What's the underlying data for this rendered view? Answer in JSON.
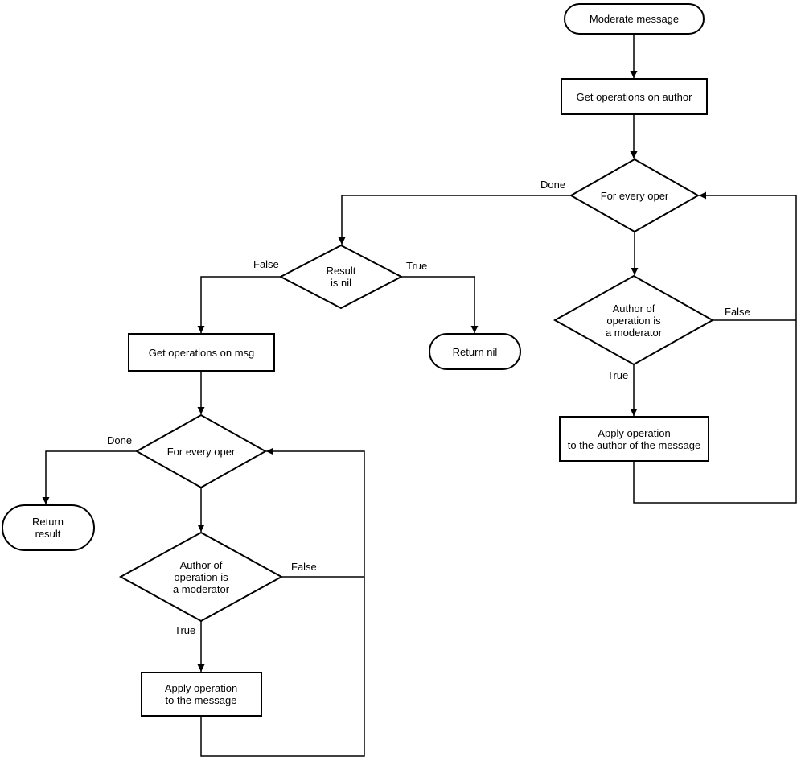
{
  "diagram": {
    "nodes": {
      "moderate_message": {
        "label": "Moderate message"
      },
      "get_ops_author": {
        "label": "Get operations on author"
      },
      "for_every_oper_right": {
        "label": "For every oper"
      },
      "author_moderator_right": {
        "label": "Author of\noperation is\na moderator"
      },
      "apply_author": {
        "label": "Apply operation\nto the author of the message"
      },
      "result_is_nil": {
        "label": "Result\nis nil"
      },
      "return_nil": {
        "label": "Return nil"
      },
      "get_ops_msg": {
        "label": "Get operations on msg"
      },
      "for_every_oper_left": {
        "label": "For every oper"
      },
      "return_result": {
        "label": "Return\nresult"
      },
      "author_moderator_left": {
        "label": "Author of\noperation is\na moderator"
      },
      "apply_message": {
        "label": "Apply operation\nto the message"
      }
    },
    "edge_labels": {
      "done_right": "Done",
      "false_right": "False",
      "true_right": "True",
      "false_nil": "False",
      "true_nil": "True",
      "done_left": "Done",
      "false_left": "False",
      "true_left": "True"
    },
    "colors": {
      "stroke": "#000000",
      "fill": "#ffffff",
      "background": "#ffffff"
    }
  }
}
